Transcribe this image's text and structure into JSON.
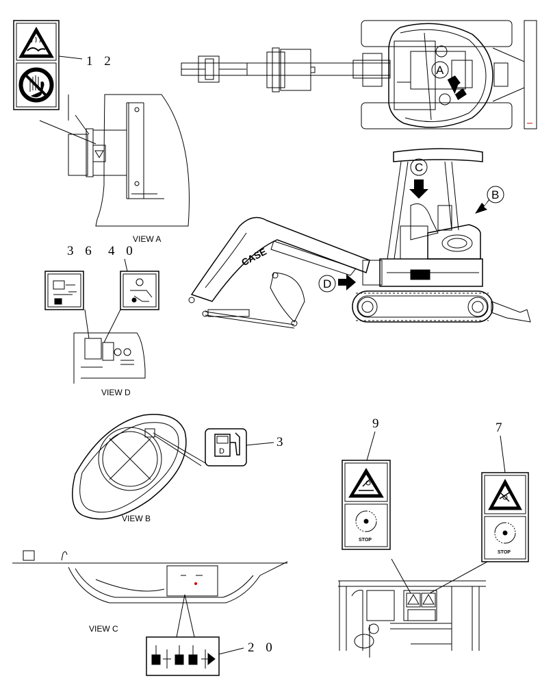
{
  "callouts": {
    "c12": "1 2",
    "c36": "3 6",
    "c40": "4 0",
    "c3": "3",
    "c9": "9",
    "c7": "7",
    "c20": "2 0"
  },
  "views": {
    "a": "VIEW A",
    "b": "VIEW B",
    "c": "VIEW C",
    "d": "VIEW D"
  },
  "arrow_letters": {
    "a": "A",
    "b": "B",
    "c": "C",
    "d": "D"
  },
  "stop_text": "STOP",
  "brand": "CASE",
  "fuel_letter": "D",
  "icons": [
    "hot-surface-warning-icon",
    "no-touch-hand-icon",
    "fuel-diesel-icon",
    "crush-hazard-icon",
    "fan-hazard-icon",
    "rotating-stop-icon",
    "control-pattern-icon"
  ],
  "colors": {
    "line": "#000000",
    "accent": "#cc0000"
  }
}
